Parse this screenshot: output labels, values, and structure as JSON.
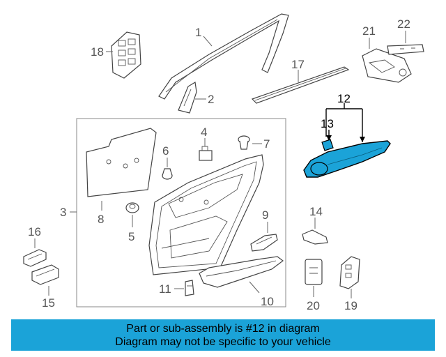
{
  "callouts": [
    "1",
    "2",
    "3",
    "4",
    "5",
    "6",
    "7",
    "8",
    "9",
    "10",
    "11",
    "12",
    "13",
    "14",
    "15",
    "16",
    "17",
    "18",
    "19",
    "20",
    "21",
    "22"
  ],
  "highlight_color": "#1ba3d8",
  "banner": {
    "line1": "Part or sub-assembly is #12 in diagram",
    "line2": "Diagram may not be specific to your vehicle"
  }
}
